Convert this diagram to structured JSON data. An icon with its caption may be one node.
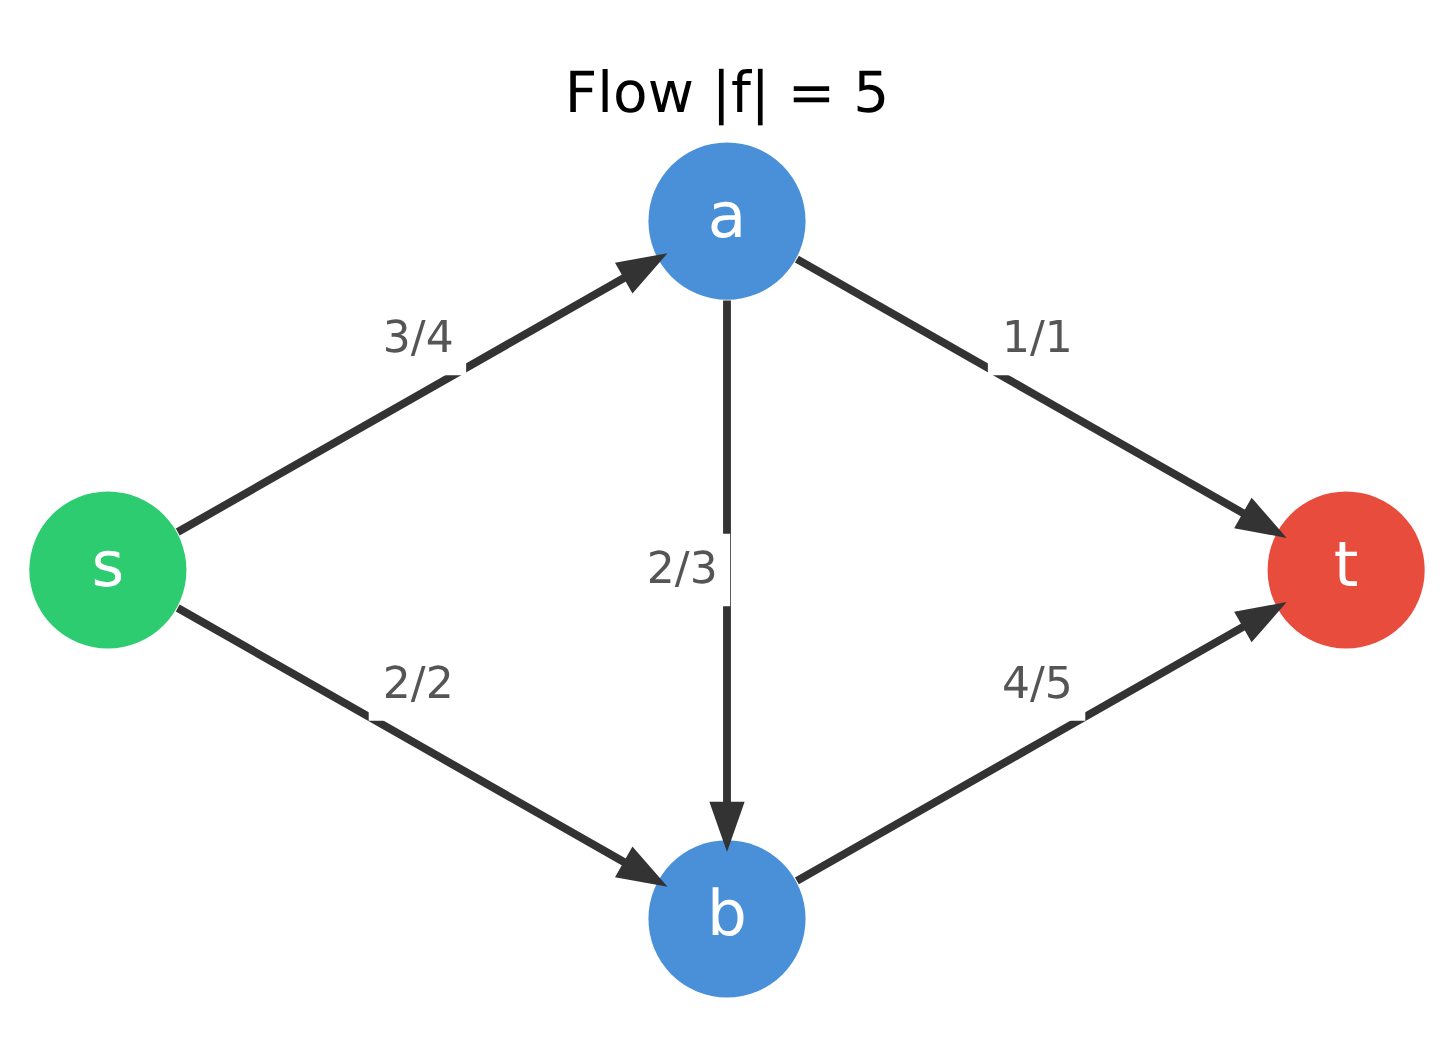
{
  "diagram": {
    "title": "Flow |f| = 5",
    "nodes": [
      {
        "text": [
          "s"
        ]
      },
      {
        "text": [
          "a"
        ]
      },
      {
        "text": [
          "b"
        ]
      },
      {
        "text": [
          "t"
        ]
      }
    ],
    "edges": [
      {
        "from": 0,
        "to": 1,
        "arrow": "to",
        "label": "3/4"
      },
      {
        "from": 0,
        "to": 2,
        "arrow": "to",
        "label": "2/2"
      },
      {
        "from": 1,
        "to": 2,
        "arrow": "to",
        "label": "2/3"
      },
      {
        "from": 1,
        "to": 3,
        "arrow": "to",
        "label": "1/1"
      },
      {
        "from": 2,
        "to": 3,
        "arrow": "to",
        "label": "4/5"
      }
    ]
  }
}
